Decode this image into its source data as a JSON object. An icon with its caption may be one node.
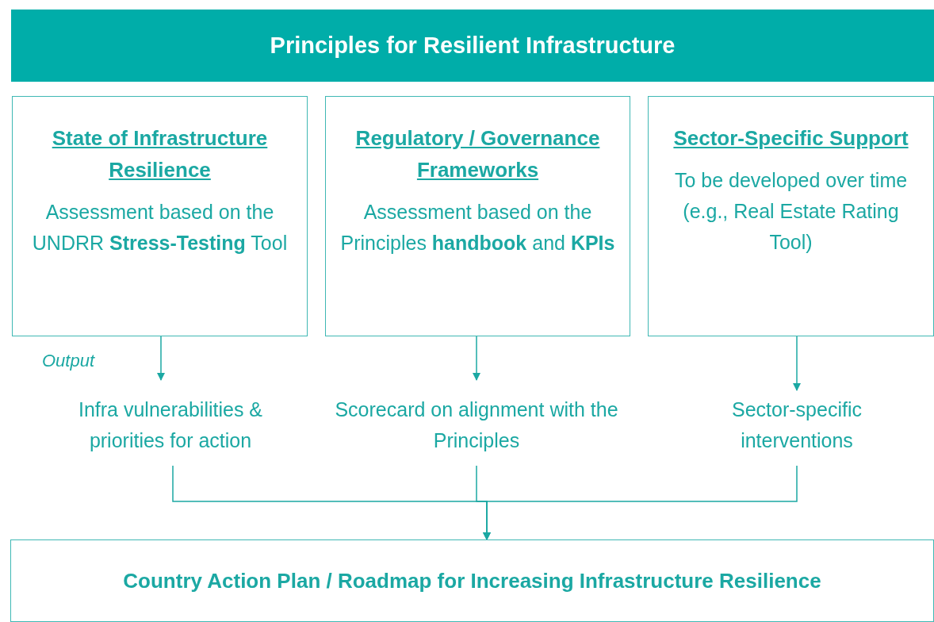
{
  "diagram": {
    "nodes": [
      {
        "text": [
          "Principles for Resilient Infrastructure"
        ]
      },
      {
        "text": [
          "State of Infrastructure Resilience",
          "Assessment based on the UNDRR **Stress-Testing** Tool"
        ]
      },
      {
        "text": [
          "Regulatory / Governance Frameworks",
          "Assessment based on the Principles **handbook** and **KPIs**"
        ]
      },
      {
        "text": [
          "Sector-Specific Support",
          "To be developed over time (e.g., Real Estate Rating Tool)"
        ]
      },
      {
        "text": [
          "Infra vulnerabilities & priorities for action"
        ]
      },
      {
        "text": [
          "Scorecard on alignment with the Principles"
        ]
      },
      {
        "text": [
          "Sector-specific interventions"
        ]
      },
      {
        "text": [
          "Country Action Plan / Roadmap for Increasing Infrastructure Resilience"
        ]
      }
    ],
    "edges": [
      {
        "from": 1,
        "to": 4,
        "arrow": "to",
        "label": "Output"
      },
      {
        "from": 2,
        "to": 5,
        "arrow": "to"
      },
      {
        "from": 3,
        "to": 6,
        "arrow": "to"
      },
      {
        "from": 4,
        "to": 7,
        "arrow": "to"
      },
      {
        "from": 5,
        "to": 7,
        "arrow": "to"
      },
      {
        "from": 6,
        "to": 7,
        "arrow": "to"
      }
    ]
  }
}
